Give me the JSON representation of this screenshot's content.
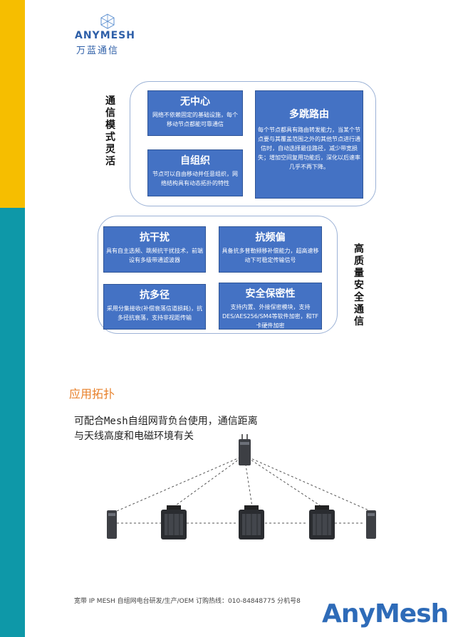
{
  "logo": {
    "en": "ANYMESH",
    "cn": "万蓝通信"
  },
  "group1": {
    "label": "通信模式灵活",
    "boxes": [
      {
        "title": "无中心",
        "desc": "网络不依赖固定的基础设施，每个移动节点都能可靠通信"
      },
      {
        "title": "自组织",
        "desc": "节点可以自由移动并任意组织，网络结构具有动态拓扑的特性"
      },
      {
        "title": "多跳路由",
        "desc": "每个节点都具有路由转发能力，当某个节点要与其覆盖范围之外的其他节点进行通信时，自动选择最佳路径，减少带宽损失；增加空间复用功能后，深化以后速率几乎不再下降。"
      }
    ]
  },
  "group2": {
    "label": "高质量安全通信",
    "boxes": [
      {
        "title": "抗干扰",
        "desc": "具有自主选频、跳频抗干扰技术，前端设有多级带通滤波器"
      },
      {
        "title": "抗频偏",
        "desc": "具备抗多普勒频移补偿能力，超高速移动下可稳定传输信号"
      },
      {
        "title": "抗多径",
        "desc": "采用分集接收(补偿衰落信道损耗)，抗多径抗衰落，支持非视距传输"
      },
      {
        "title": "安全保密性",
        "desc": "支持内置、外接保密模块，支持DES/AES256/SM4等软件加密，和TF卡硬件加密"
      }
    ]
  },
  "topology": {
    "title": "应用拓扑",
    "intro": "可配合Mesh自组网背负台使用，通信距离与天线高度和电磁环境有关"
  },
  "footer": {
    "text": "宽带 IP MESH 自组网电台研发/生产/OEM  订购热线：010-84848775  分机号8",
    "brand": "AnyMesh"
  }
}
